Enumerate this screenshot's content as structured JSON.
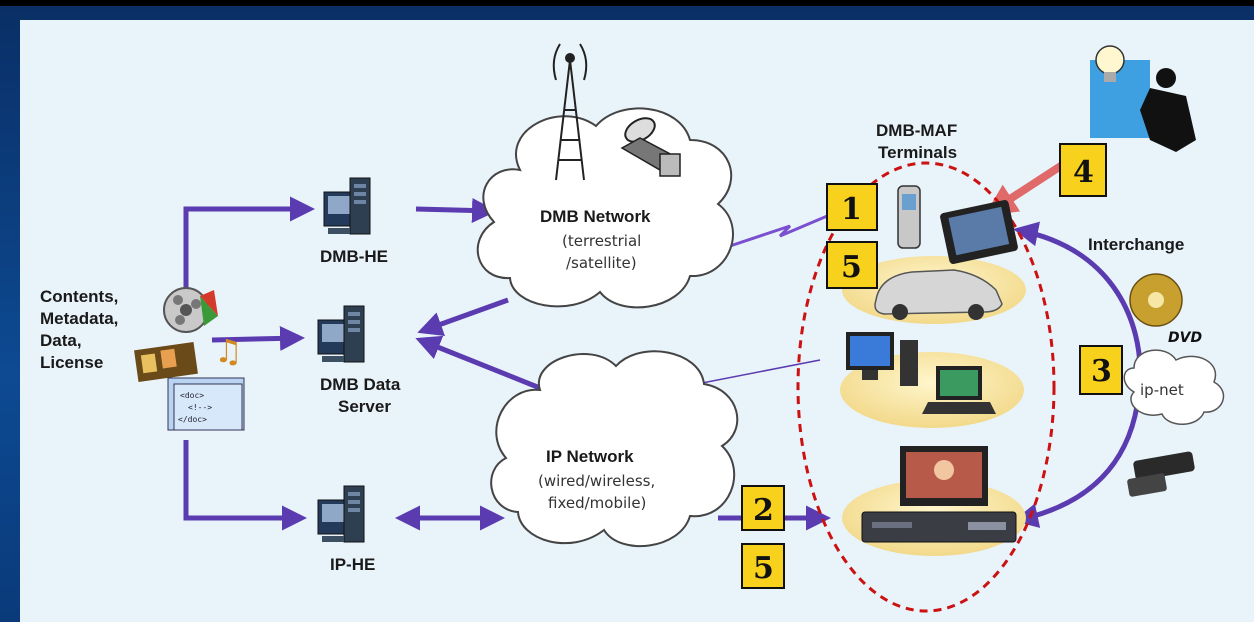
{
  "left_label": [
    "Contents,",
    "Metadata,",
    "Data,",
    "License"
  ],
  "nodes": {
    "dmb_he": "DMB-HE",
    "dmb_data_server": [
      "DMB Data",
      "Server"
    ],
    "ip_he": "IP-HE"
  },
  "clouds": {
    "dmb_network": {
      "title": "DMB Network",
      "lines": [
        "(terrestrial",
        "/satellite)"
      ]
    },
    "ip_network": {
      "title": "IP Network",
      "lines": [
        "(wired/wireless,",
        "fixed/mobile)"
      ]
    },
    "ip_net": "ip-net"
  },
  "terminals_title": [
    "DMB-MAF",
    "Terminals"
  ],
  "interchange": "Interchange",
  "dvd_label": "DVD",
  "markers": [
    "1",
    "5",
    "2",
    "5",
    "3",
    "4"
  ],
  "doc_lines": [
    "<doc>",
    "<!-->",
    "</doc>"
  ],
  "colors": {
    "arrow": "#5b3bb0",
    "marker_fill": "#f7d11c",
    "dashed": "#d40000",
    "red_arrow": "#e06a6a"
  }
}
